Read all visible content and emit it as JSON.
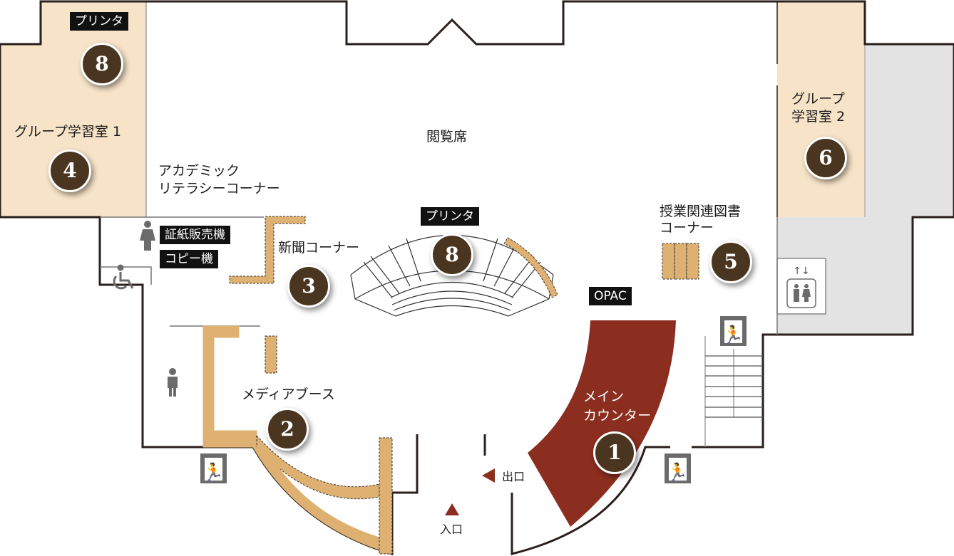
{
  "colors": {
    "wall": "#2a1f1c",
    "group_room": "#f7e3c7",
    "gray_area": "#e3e3e3",
    "shelf": "#deb071",
    "counter": "#8b2e1f",
    "marker": "#4a3520",
    "icon": "#6b6b6b"
  },
  "rooms": {
    "reading_seats": "閲覧席",
    "group_room_1": "グループ学習室 1",
    "group_room_2_line1": "グループ",
    "group_room_2_line2": "学習室 2",
    "academic_line1": "アカデミック",
    "academic_line2": "リテラシーコーナー",
    "newspaper": "新聞コーナー",
    "course_books_line1": "授業関連図書",
    "course_books_line2": "コーナー",
    "media_booth": "メディアブース",
    "main_counter_line1": "メイン",
    "main_counter_line2": "カウンター",
    "exit": "出口",
    "entrance": "入口"
  },
  "tags": {
    "printer_left": "プリンタ",
    "printer_center": "プリンタ",
    "stamp_machine": "証紙販売機",
    "copier": "コピー機",
    "opac": "OPAC"
  },
  "markers": {
    "m8a": "8",
    "m4": "4",
    "m8b": "8",
    "m3": "3",
    "m5": "5",
    "m6": "6",
    "m2": "2",
    "m1": "1"
  },
  "icons": [
    "womens-restroom-icon",
    "accessible-restroom-icon",
    "mens-restroom-icon",
    "elevator-icon",
    "emergency-exit-icon",
    "exit-arrow-icon",
    "entrance-arrow-icon"
  ]
}
